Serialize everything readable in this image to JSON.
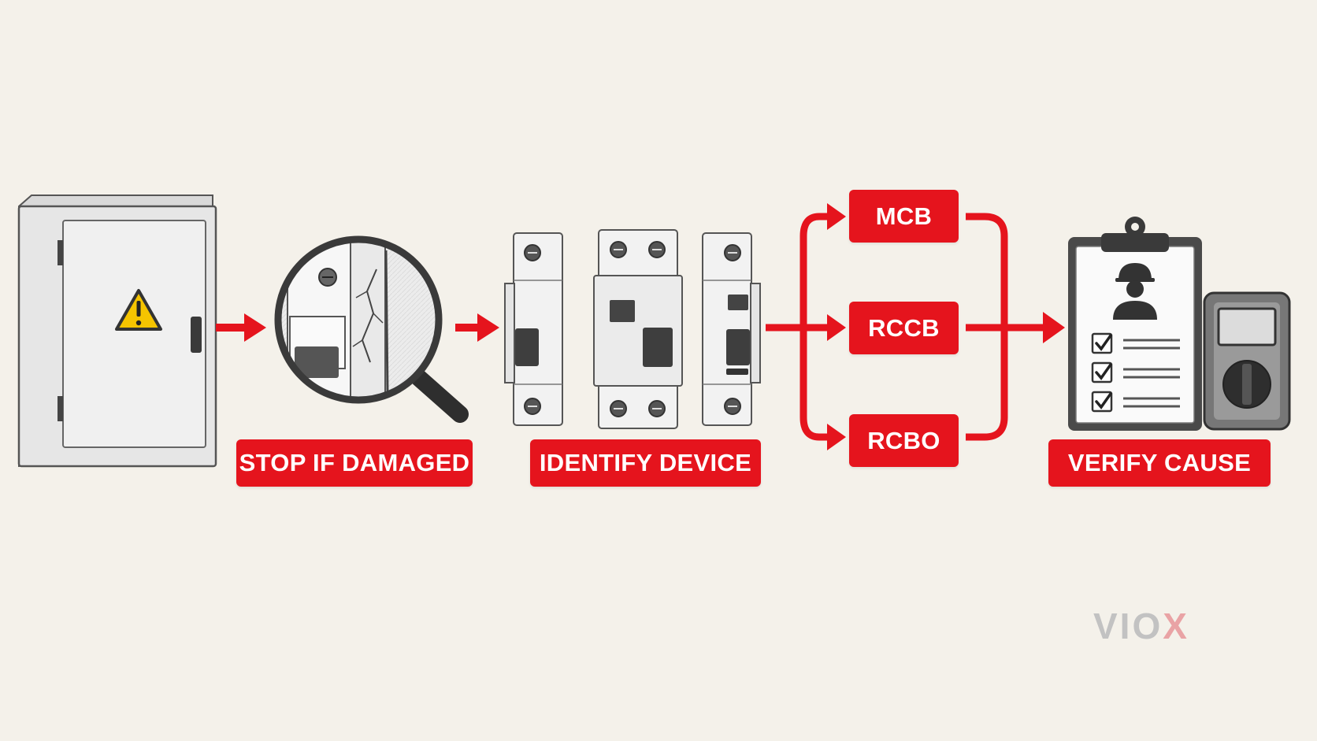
{
  "steps": {
    "stop": "STOP IF DAMAGED",
    "identify": "IDENTIFY DEVICE",
    "verify": "VERIFY CAUSE"
  },
  "device_types": [
    "MCB",
    "RCCB",
    "RCBO"
  ],
  "logo": {
    "main": "VIO",
    "accent": "X"
  },
  "colors": {
    "accent": "#e5141d",
    "background": "#f4f1ea",
    "logo_gray": "#c2c2c2",
    "logo_accent": "#e9a3a5"
  },
  "icons": [
    "electrical-panel-icon",
    "warning-triangle-icon",
    "magnifier-icon",
    "breaker-icon",
    "clipboard-checklist-icon",
    "worker-icon",
    "multimeter-icon"
  ]
}
